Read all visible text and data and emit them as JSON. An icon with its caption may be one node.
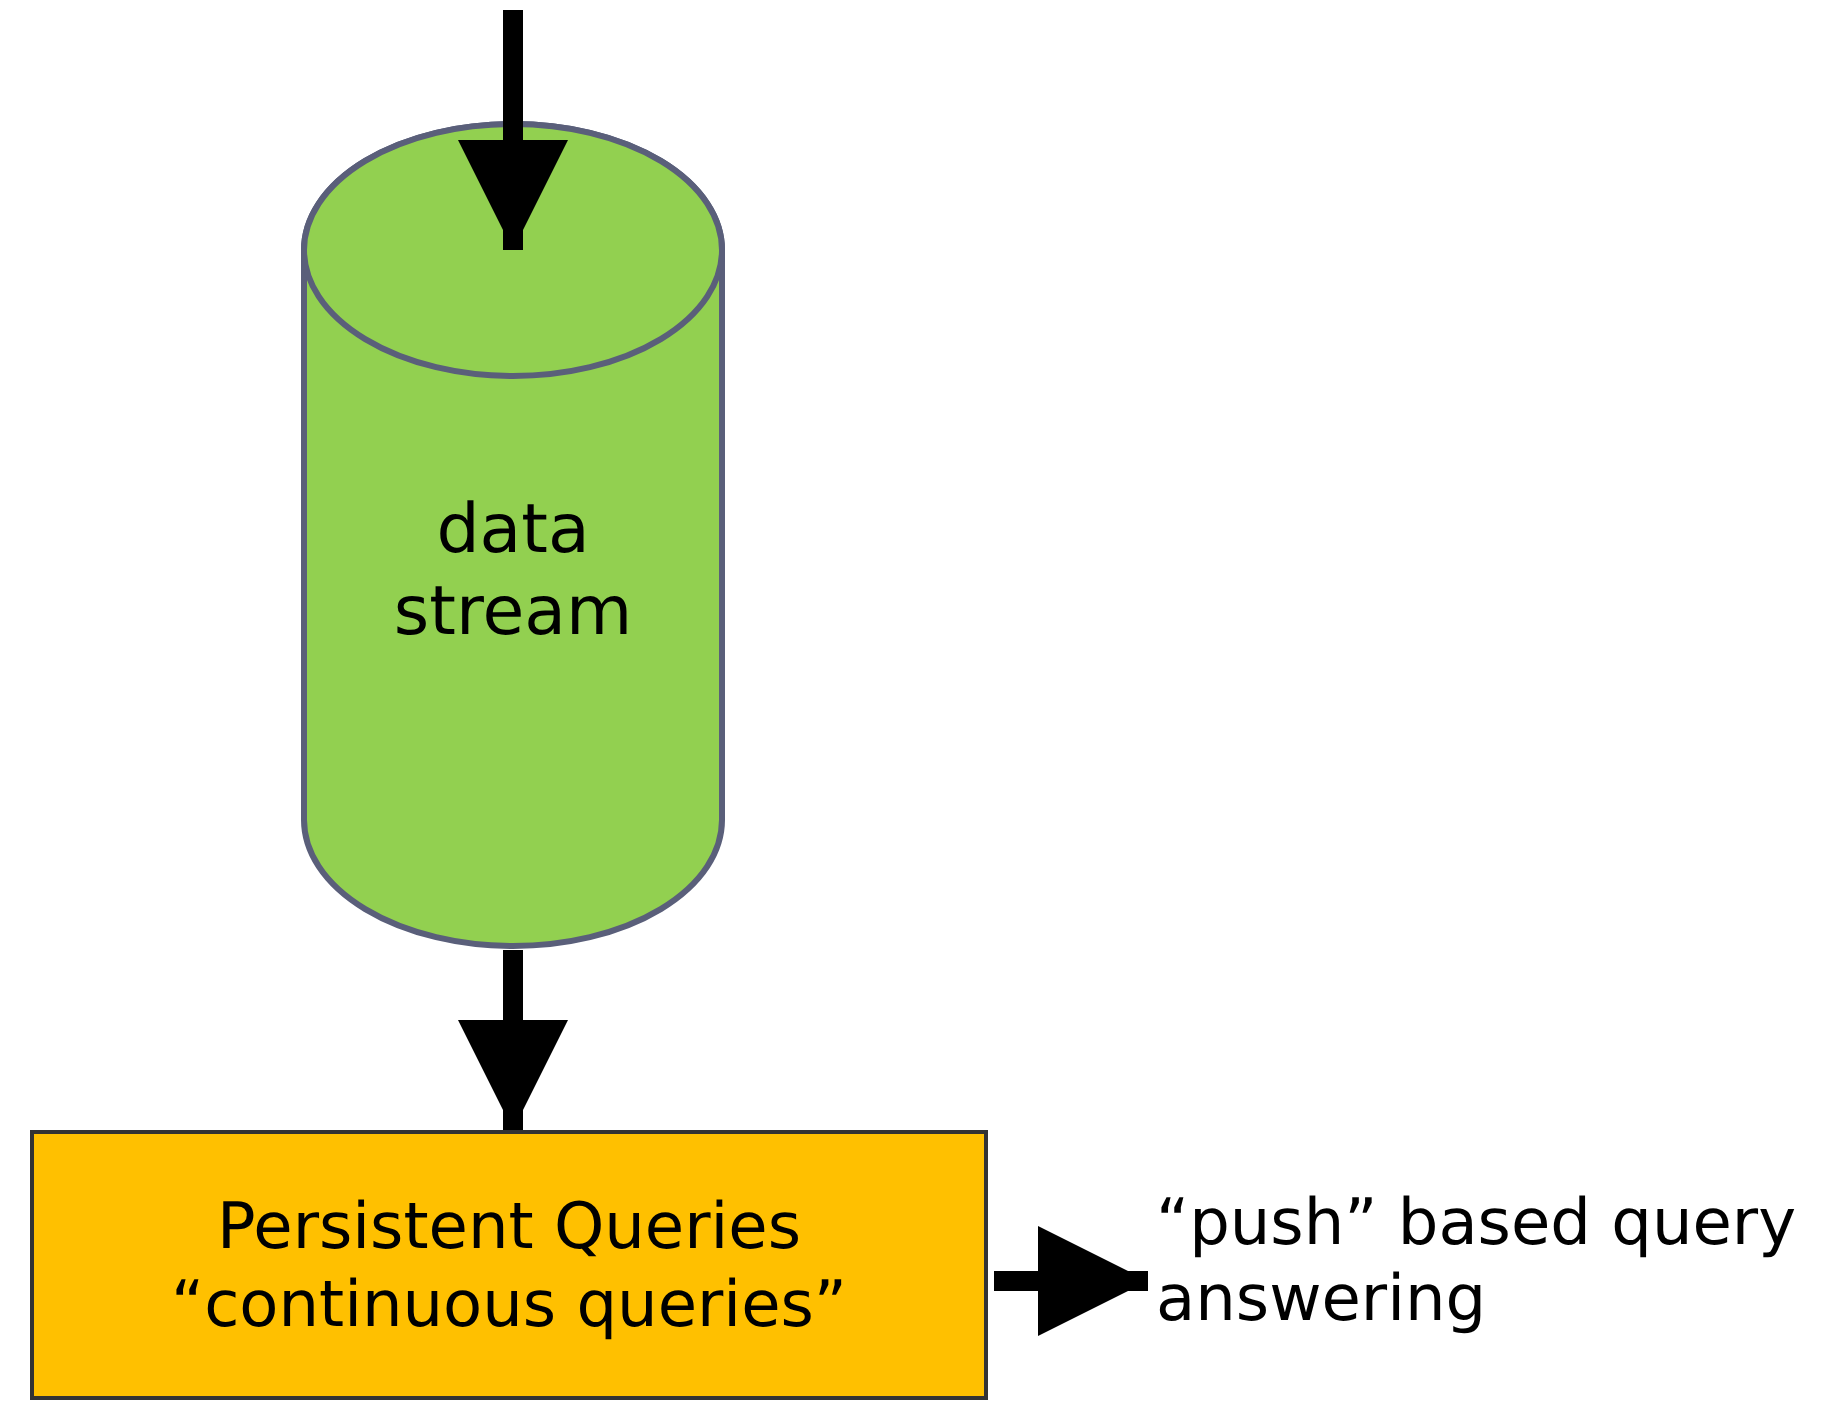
{
  "diagram": {
    "nodes": [
      {
        "text": [
          "data stream"
        ]
      },
      {
        "text": [
          "Persistent Queries",
          "“continuous queries”"
        ]
      },
      {
        "text": [
          "“push” based query answering"
        ]
      }
    ],
    "edges": [
      {
        "from": null,
        "to": 0,
        "arrow": "to"
      },
      {
        "from": 0,
        "to": 1,
        "arrow": "to"
      },
      {
        "from": 1,
        "to": 2,
        "arrow": "to"
      }
    ]
  }
}
